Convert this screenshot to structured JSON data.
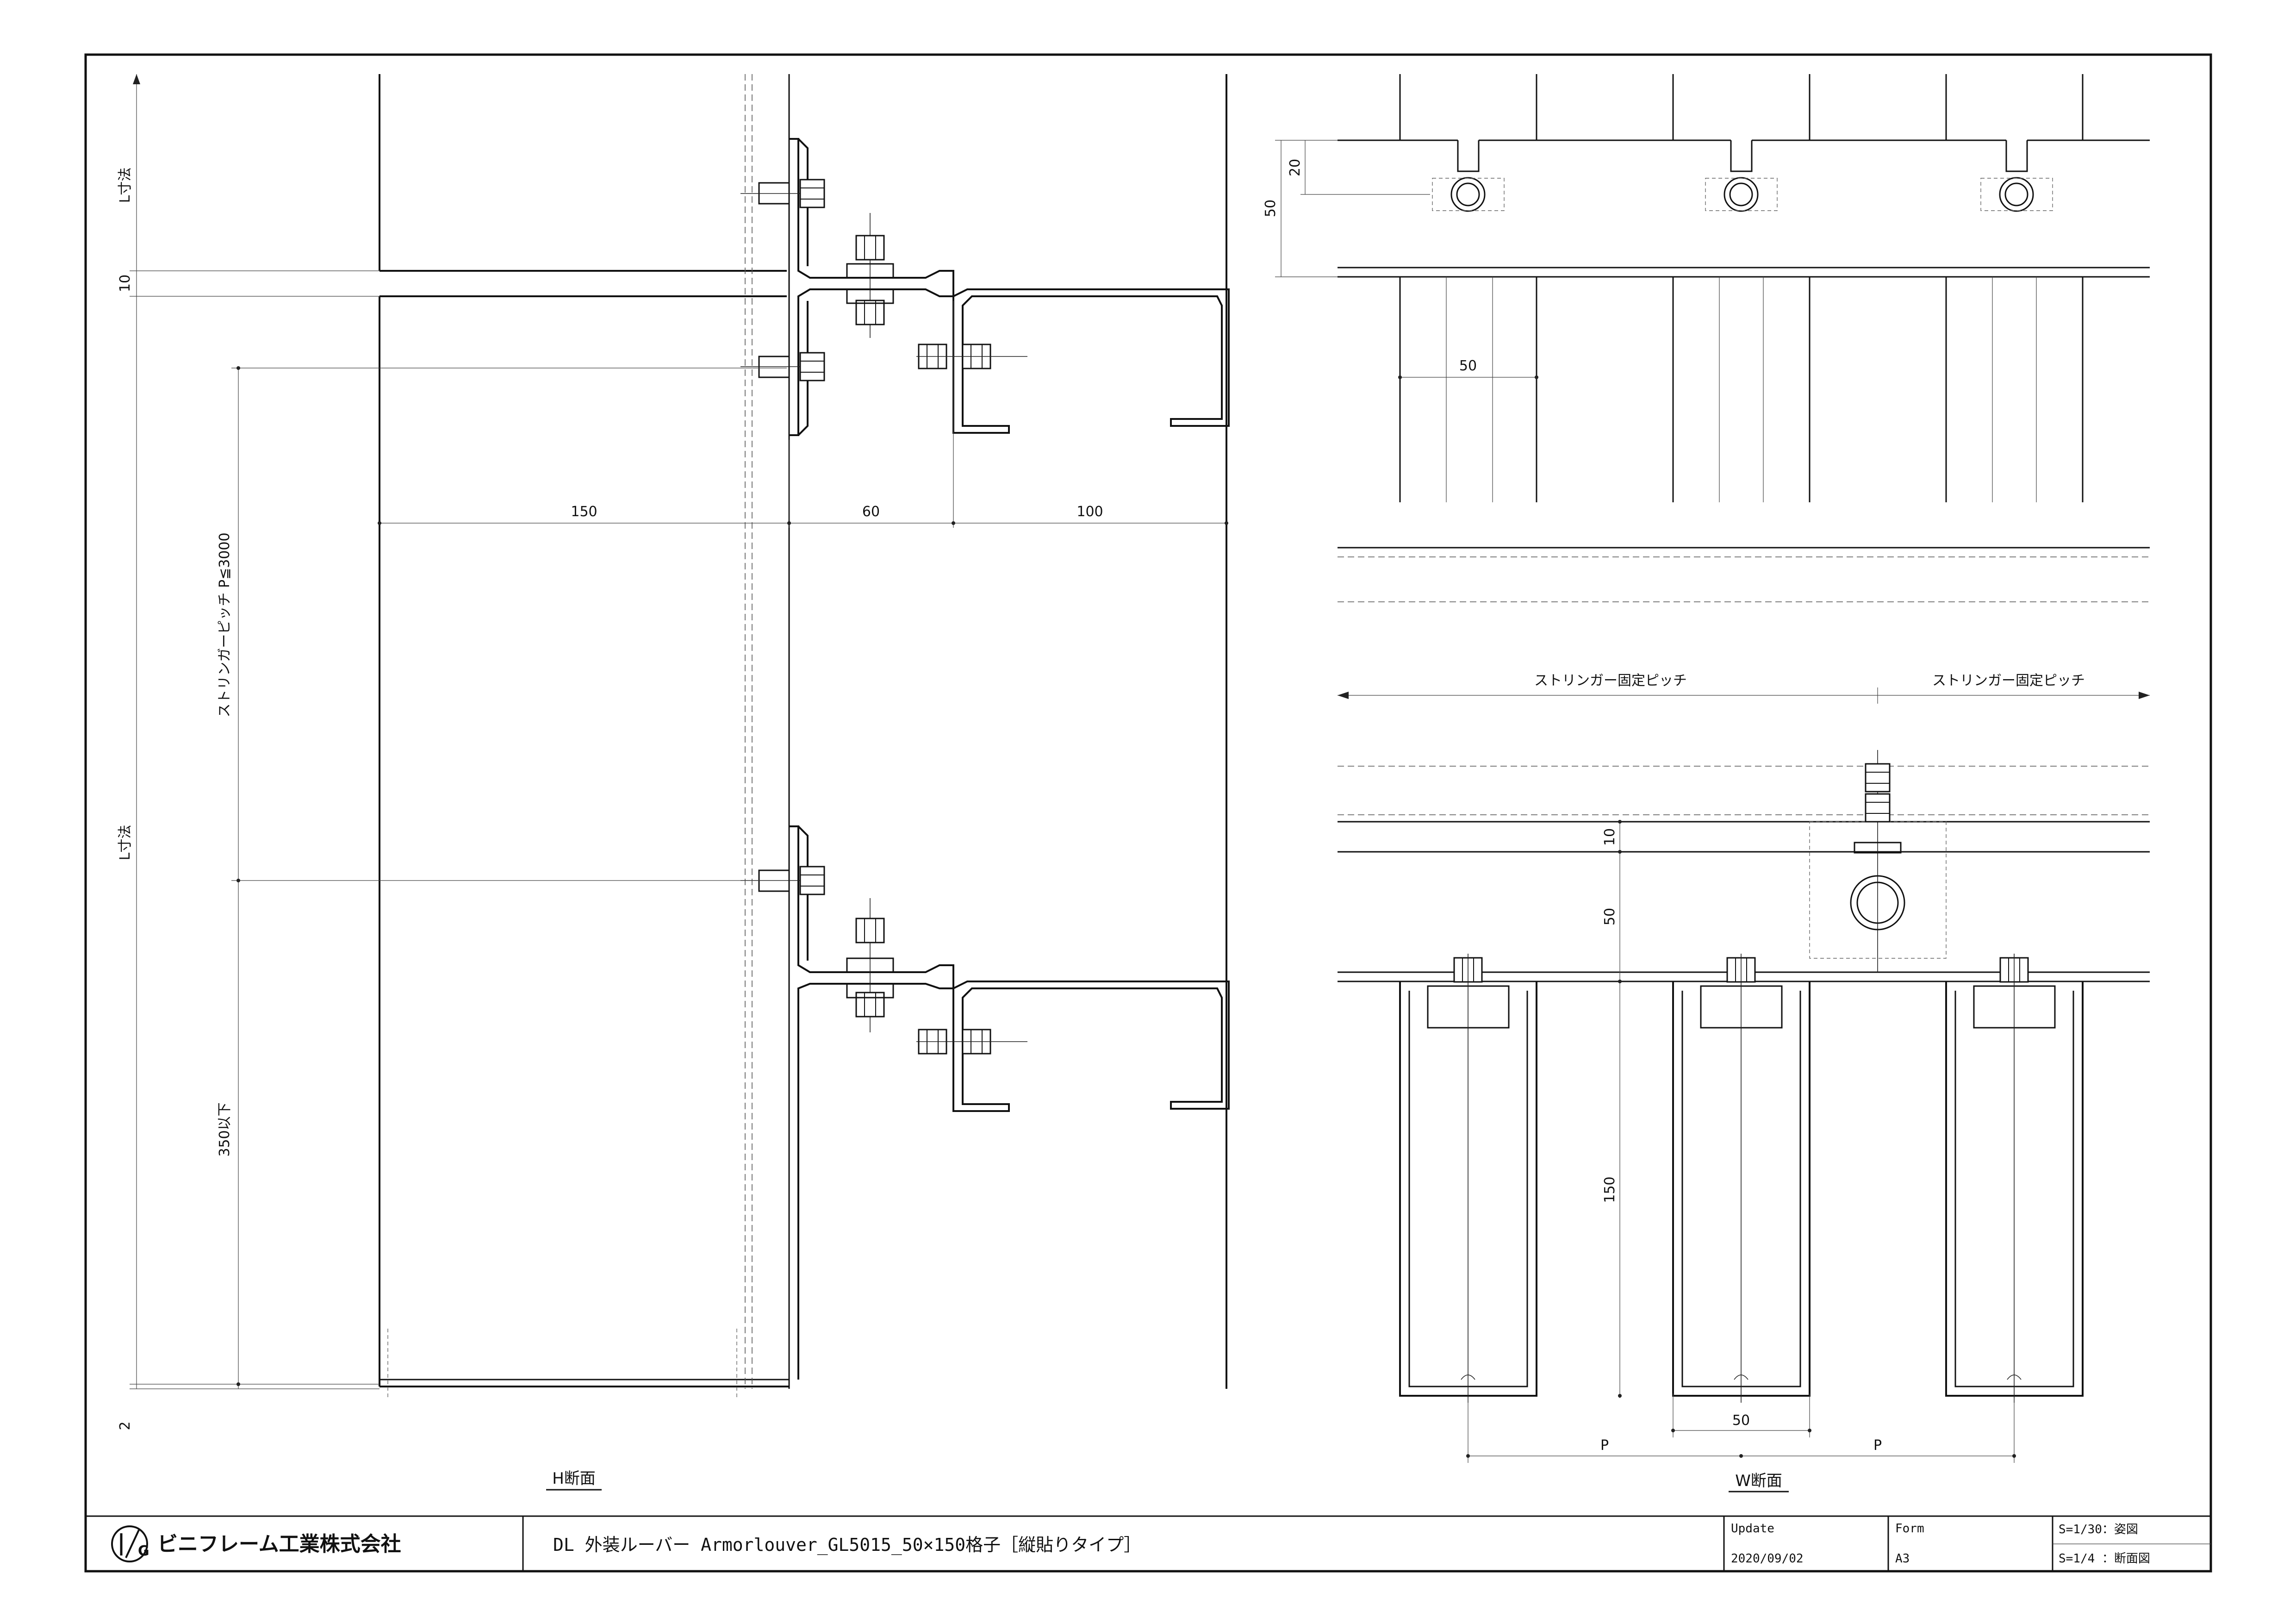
{
  "drawing": {
    "left_view_caption": "H断面",
    "right_view_caption": "W断面",
    "left_dims": {
      "L_top": "L寸法",
      "gap_10": "10",
      "L_side": "L寸法",
      "bottom_2": "2",
      "stringer_pitch": "ストリンガーピッチ P≦3000",
      "max_350": "350以下",
      "d150": "150",
      "d60": "60",
      "d100": "100"
    },
    "right_dims": {
      "d20": "20",
      "d50_top": "50",
      "d50_h": "50",
      "pitch_left": "ストリンガー固定ピッチ",
      "pitch_right": "ストリンガー固定ピッチ",
      "d10": "10",
      "d50_mid": "50",
      "d150": "150",
      "d50_bottom": "50",
      "p_left": "P",
      "p_right": "P"
    }
  },
  "title_block": {
    "company": "ビニフレーム工業株式会社",
    "logo_mark": "logo-mark-icon",
    "title": "DL 外装ルーバー Armorlouver_GL5015_50×150格子［縦貼りタイプ］",
    "update_label": "Update",
    "update_value": "2020/09/02",
    "form_label": "Form",
    "form_value": "A3",
    "scale_1": "S=1/30：姿図",
    "scale_2": "S=1/4 ：断面図"
  }
}
